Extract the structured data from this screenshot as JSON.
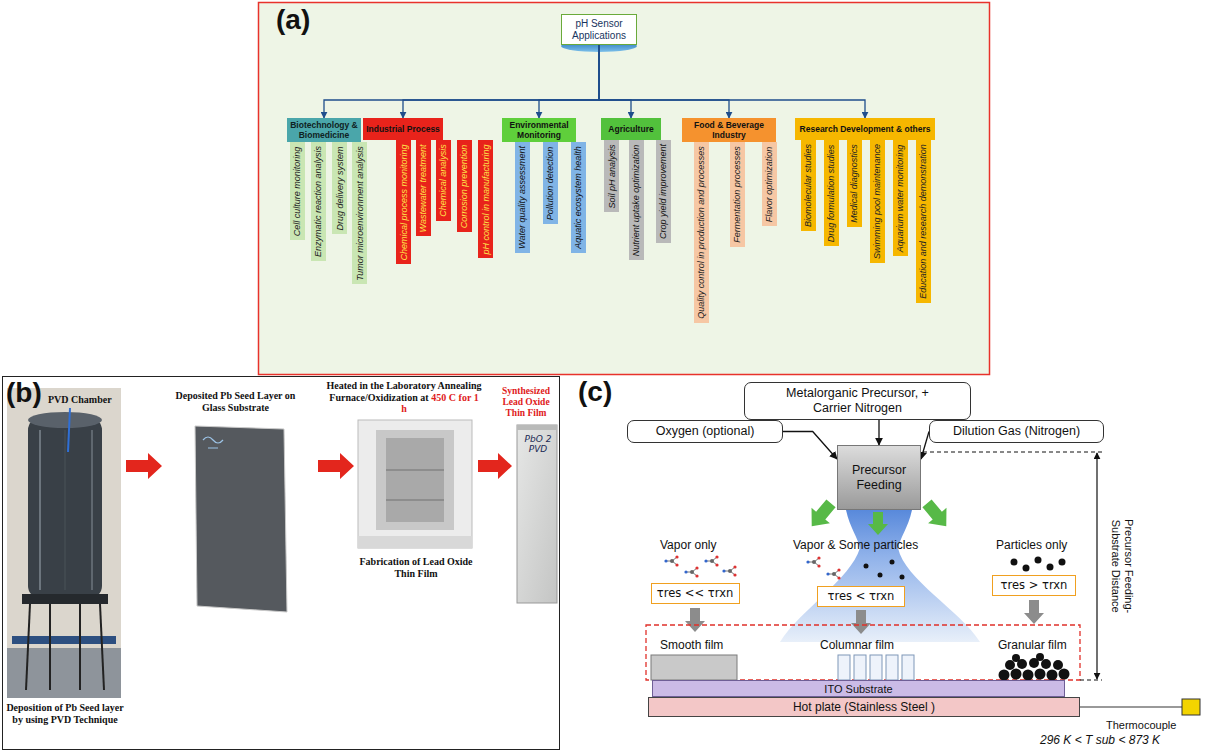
{
  "diagram": {
    "nodes": [
      {
        "text": [
          "pH Sensor Applications"
        ]
      },
      {
        "text": [
          "Biotechnology & Biomedicine"
        ]
      },
      {
        "text": [
          "Cell culture monitoring"
        ]
      },
      {
        "text": [
          "Enzymatic reaction analysis"
        ]
      },
      {
        "text": [
          "Drug delivery system"
        ]
      },
      {
        "text": [
          "Tumor microenvironment analysis"
        ]
      },
      {
        "text": [
          "Industrial Process"
        ]
      },
      {
        "text": [
          "Chemical process monitoring"
        ]
      },
      {
        "text": [
          "Wastewater treatment"
        ]
      },
      {
        "text": [
          "Chemical analysis"
        ]
      },
      {
        "text": [
          "Corrosion prevention"
        ]
      },
      {
        "text": [
          "pH control in manufacturing"
        ]
      },
      {
        "text": [
          "Environmental Monitoring"
        ]
      },
      {
        "text": [
          "Water quality assessment"
        ]
      },
      {
        "text": [
          "Pollution detection"
        ]
      },
      {
        "text": [
          "Aquatic ecosystem health"
        ]
      },
      {
        "text": [
          "Agriculture"
        ]
      },
      {
        "text": [
          "Soil pH analysis"
        ]
      },
      {
        "text": [
          "Nutrient uptake optimization"
        ]
      },
      {
        "text": [
          "Crop yield improvement"
        ]
      },
      {
        "text": [
          "Food & Beverage Industry"
        ]
      },
      {
        "text": [
          "Quality control in production and processes"
        ]
      },
      {
        "text": [
          "Fermentation processes"
        ]
      },
      {
        "text": [
          "Flavor optimization"
        ]
      },
      {
        "text": [
          "Research Development & others"
        ]
      },
      {
        "text": [
          "Biomolecular studies"
        ]
      },
      {
        "text": [
          "Drug formulation studies"
        ]
      },
      {
        "text": [
          "Medical diagnostics"
        ]
      },
      {
        "text": [
          "Swimming pool maintenance"
        ]
      },
      {
        "text": [
          "Aquarium water monitoring"
        ]
      },
      {
        "text": [
          "Education and research demonstration"
        ]
      },
      {
        "text": [
          "Metalorganic Precursor, + Carrier Nitrogen"
        ]
      },
      {
        "text": [
          "Oxygen (optional)"
        ]
      },
      {
        "text": [
          "Dilution Gas (Nitrogen)"
        ]
      },
      {
        "text": [
          "Precursor Feeding"
        ]
      },
      {
        "text": [
          "τres << τrxn"
        ]
      },
      {
        "text": [
          "τres < τrxn"
        ]
      },
      {
        "text": [
          "τres > τrxn"
        ]
      },
      {
        "text": [
          "ITO Substrate"
        ]
      },
      {
        "text": [
          "Hot plate (Stainless Steel )"
        ]
      }
    ],
    "edges": [
      {
        "from": 0,
        "to": 1,
        "arrow": "to"
      },
      {
        "from": 0,
        "to": 6,
        "arrow": "to"
      },
      {
        "from": 0,
        "to": 12,
        "arrow": "to"
      },
      {
        "from": 0,
        "to": 16,
        "arrow": "to"
      },
      {
        "from": 0,
        "to": 20,
        "arrow": "to"
      },
      {
        "from": 0,
        "to": 24,
        "arrow": "to"
      },
      {
        "from": 31,
        "to": 34,
        "arrow": "to"
      },
      {
        "from": 32,
        "to": 34,
        "arrow": "to"
      },
      {
        "from": 33,
        "to": 34,
        "arrow": "to"
      }
    ],
    "labels": [
      "(a)",
      "(b)",
      "PVD Chamber",
      "Deposited Pb Seed Layer on Glass Substrate",
      "Heated in the Laboratory Annealing Furnace/Oxidization at",
      "450 C for 1 h",
      "Synthesized Lead Oxide Thin Film",
      "PbO 2 PVD",
      "Fabrication of Lead Oxide Thin Film",
      "Deposition of Pb Seed layer by using PVD Technique",
      "(c)",
      "Vapor only",
      "Vapor & Some particles",
      "Particles only",
      "Smooth film",
      "Columnar film",
      "Granular film",
      "Precursor Feeding-Substrate Distance",
      "Thermocouple",
      "296 K < T sub < 873 K"
    ]
  }
}
